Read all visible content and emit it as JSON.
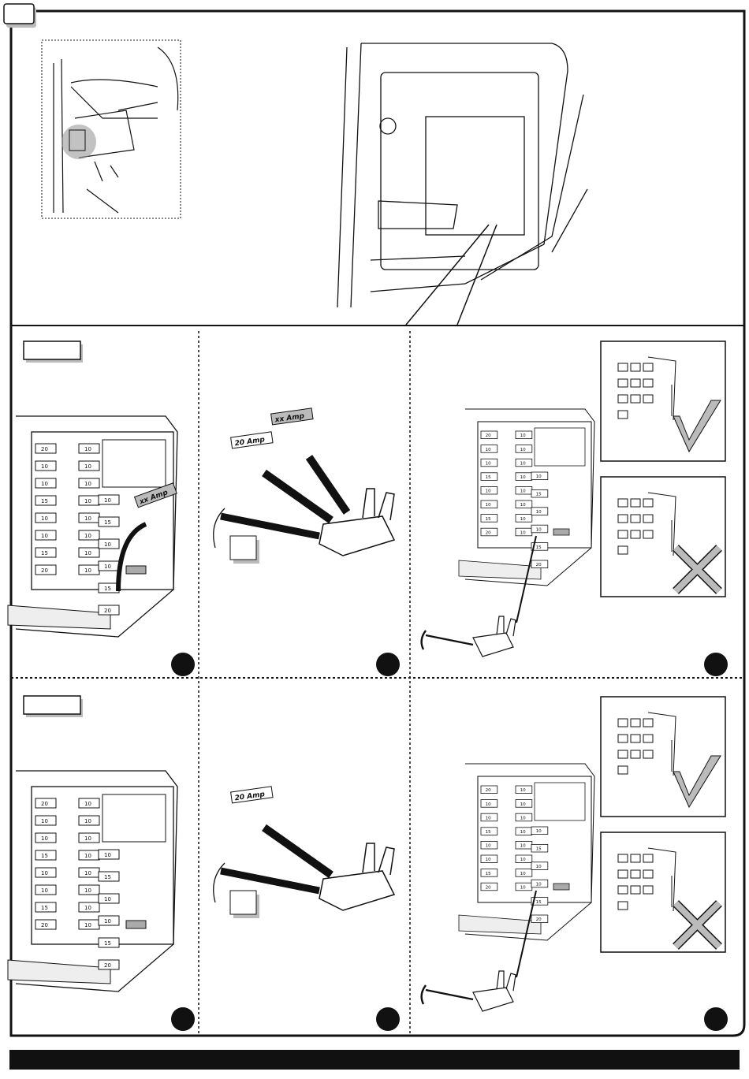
{
  "fuse_labels": {
    "new_fuse": "20 Amp",
    "original_fuse": "xx Amp"
  },
  "fuse_box_values": {
    "col1": [
      "20",
      "10",
      "10",
      "15",
      "10",
      "10",
      "15",
      "20"
    ],
    "col2": [
      "10",
      "10",
      "10",
      "10",
      "10",
      "10",
      "10",
      "10"
    ],
    "col3": [
      "10",
      "15",
      "10",
      "10",
      "15",
      "20"
    ]
  },
  "colors": {
    "line": "#111111",
    "shade": "#bfbfbf",
    "background": "#ffffff"
  },
  "icons": {
    "correct": "check-mark-icon",
    "incorrect": "cross-mark-icon"
  }
}
